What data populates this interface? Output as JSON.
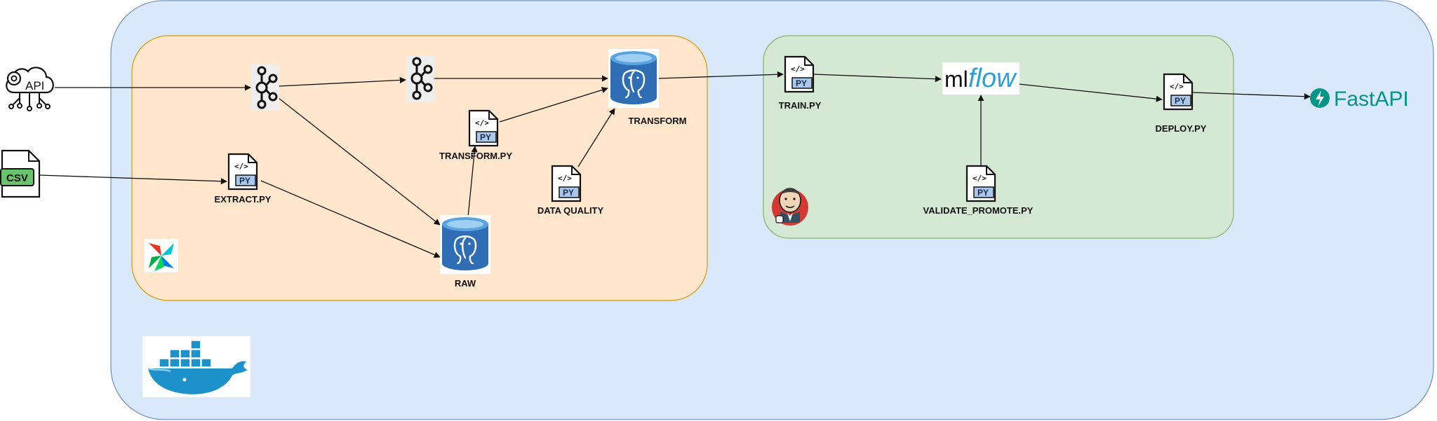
{
  "sources": {
    "api": {
      "text": "API",
      "icon": "api-cloud-icon"
    },
    "csv": {
      "text": "CSV",
      "icon": "csv-file-icon"
    }
  },
  "airflow_group": {
    "icon": "airflow-logo-icon",
    "nodes": {
      "kafka_1": {
        "icon": "kafka-icon"
      },
      "kafka_2": {
        "icon": "kafka-icon"
      },
      "extract": {
        "label": "EXTRACT.PY",
        "badge": "PY",
        "icon": "python-file-icon"
      },
      "raw_db": {
        "label": "RAW",
        "icon": "postgresql-icon"
      },
      "transform_script": {
        "label": "TRANSFORM.PY",
        "badge": "PY",
        "icon": "python-file-icon"
      },
      "data_quality": {
        "label": "DATA QUALITY",
        "badge": "PY",
        "icon": "python-file-icon"
      },
      "transform_db": {
        "label": "TRANSFORM",
        "icon": "postgresql-icon"
      }
    }
  },
  "jenkins_group": {
    "icon": "jenkins-icon",
    "nodes": {
      "train": {
        "label": "TRAIN.PY",
        "badge": "PY",
        "icon": "python-file-icon"
      },
      "mlflow": {
        "text_ml": "ml",
        "text_flow": "flow",
        "icon": "mlflow-logo-icon"
      },
      "deploy": {
        "label": "DEPLOY.PY",
        "badge": "PY",
        "icon": "python-file-icon"
      },
      "validate": {
        "label": "VALIDATE_PROMOTE.PY",
        "badge": "PY",
        "icon": "python-file-icon"
      }
    }
  },
  "fastapi": {
    "text": "FastAPI",
    "icon": "fastapi-logo-icon"
  },
  "docker": {
    "icon": "docker-whale-icon"
  },
  "code_glyph": "</>",
  "colors": {
    "docker_bg": "#dae8fc",
    "docker_border": "#6c8ebf",
    "airflow_bg": "#ffe6cc",
    "airflow_border": "#d79b00",
    "jenkins_bg": "#d5e8d4",
    "jenkins_border": "#82b366",
    "postgres_blue": "#2f6db5",
    "mlflow_blue": "#2aa0d8",
    "fastapi_teal": "#059488",
    "docker_blue": "#1d91c9"
  }
}
